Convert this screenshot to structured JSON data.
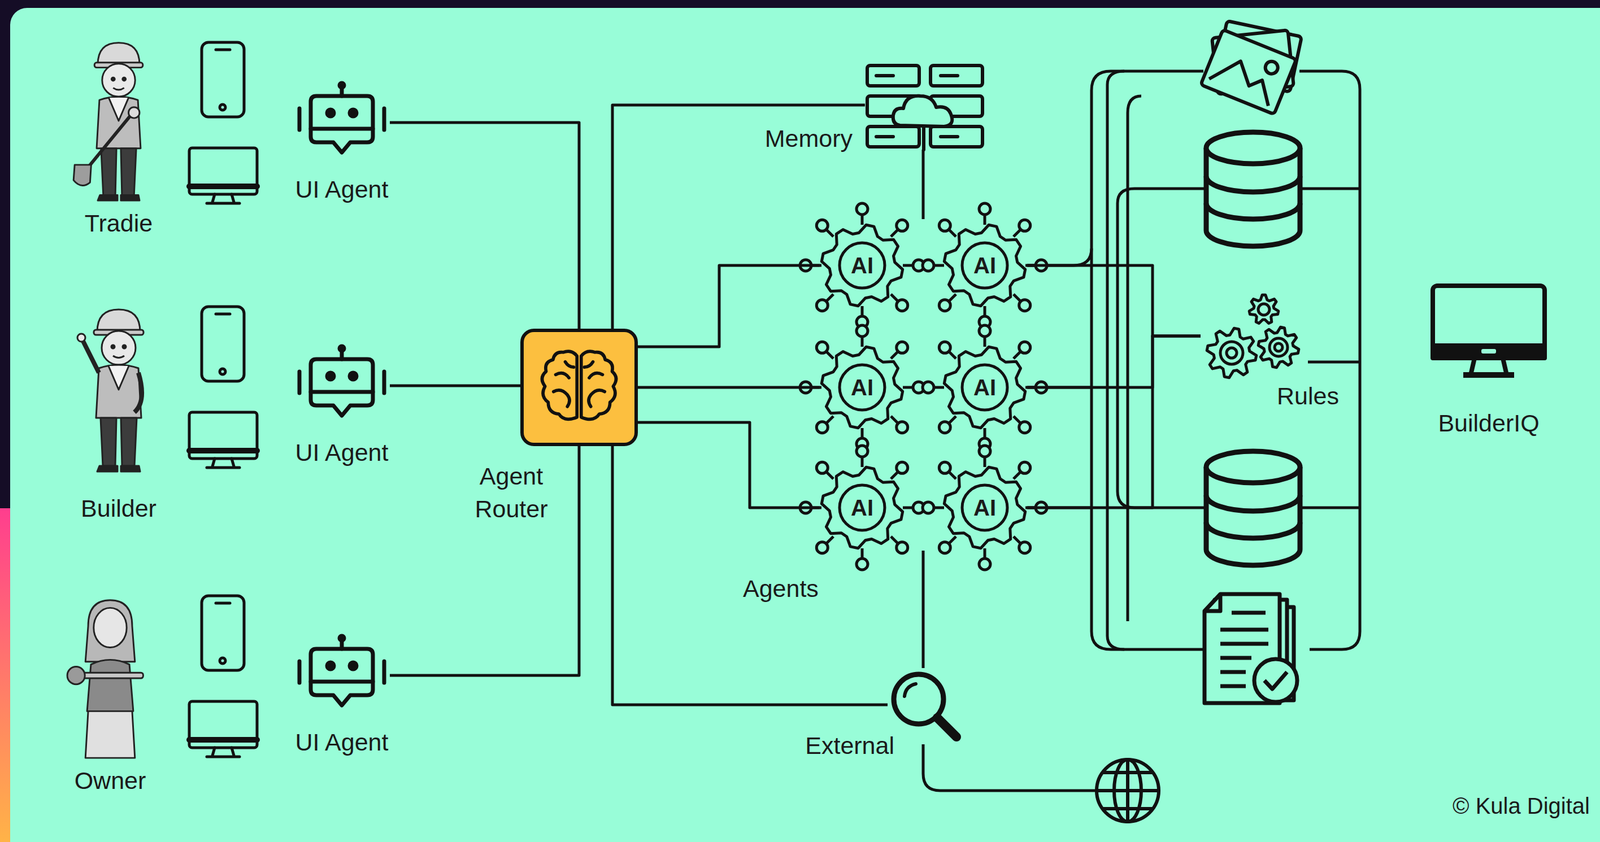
{
  "diagram": {
    "nodes": [
      {
        "text": [
          "Tradie"
        ]
      },
      {
        "text": [
          "Builder"
        ]
      },
      {
        "text": [
          "Owner"
        ]
      },
      {
        "text": [
          "UI Agent"
        ]
      },
      {
        "text": [
          "UI Agent"
        ]
      },
      {
        "text": [
          "UI Agent"
        ]
      },
      {
        "text": [
          "Agent Router"
        ]
      },
      {
        "text": [
          "Memory"
        ]
      },
      {
        "text": [
          "AI"
        ]
      },
      {
        "text": [
          "AI"
        ]
      },
      {
        "text": [
          "AI"
        ]
      },
      {
        "text": [
          "AI"
        ]
      },
      {
        "text": [
          "AI"
        ]
      },
      {
        "text": [
          "AI"
        ]
      },
      {
        "text": [
          "External"
        ]
      },
      {
        "text": [
          "Rules"
        ]
      },
      {
        "text": [
          "BuilderIQ"
        ]
      }
    ],
    "edges": [
      {
        "from": 3,
        "to": 6,
        "arrow": "none"
      },
      {
        "from": 4,
        "to": 6,
        "arrow": "none"
      },
      {
        "from": 5,
        "to": 6,
        "arrow": "none"
      },
      {
        "from": 6,
        "to": 7,
        "arrow": "none"
      },
      {
        "from": 6,
        "to": 14,
        "arrow": "none"
      },
      {
        "from": 6,
        "to": 8,
        "arrow": "none"
      },
      {
        "from": 6,
        "to": 10,
        "arrow": "none"
      },
      {
        "from": 6,
        "to": 12,
        "arrow": "none"
      },
      {
        "from": 9,
        "to": 15,
        "arrow": "none"
      },
      {
        "from": 11,
        "to": 15,
        "arrow": "none"
      },
      {
        "from": 13,
        "to": 15,
        "arrow": "none"
      }
    ],
    "labels": [
      "Agents",
      "© Kula Digital"
    ]
  }
}
